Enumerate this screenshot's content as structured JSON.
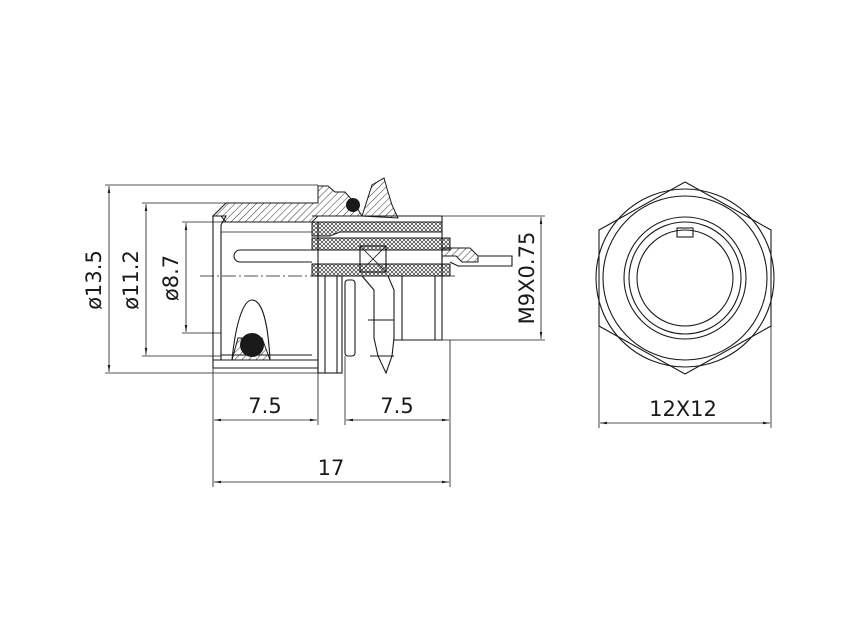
{
  "dimensions": {
    "dia_outer": "ø13.5",
    "dia_mid": "ø11.2",
    "dia_inner": "ø8.7",
    "length_front": "7.5",
    "length_rear": "7.5",
    "length_total": "17",
    "thread": "M9X0.75",
    "hex_size": "12X12"
  }
}
